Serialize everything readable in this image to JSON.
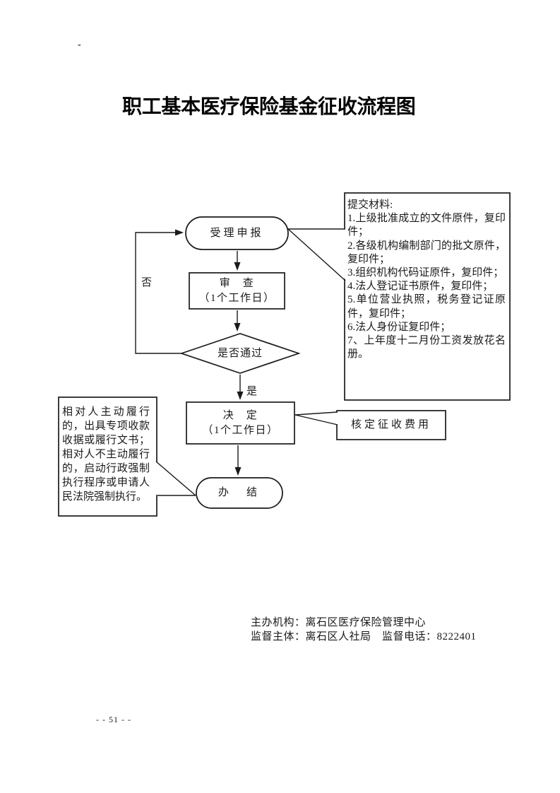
{
  "page": {
    "top_mark": "-",
    "title": "职工基本医疗保险基金征收流程图",
    "page_number": "- - 51 - -"
  },
  "flowchart": {
    "nodes": {
      "accept": {
        "label": "受理申报"
      },
      "review": {
        "line1": "审　查",
        "line2": "（1个工作日）"
      },
      "pass_check": {
        "label": "是否通过"
      },
      "decide": {
        "line1": "决　定",
        "line2": "（1个工作日）"
      },
      "complete": {
        "label": "办　结"
      }
    },
    "edge_labels": {
      "no": "否",
      "yes": "是"
    },
    "callouts": {
      "materials": {
        "title": "提交材料:",
        "items": [
          "1.上级批准成立的文件原件，复印件；",
          "2.各级机构编制部门的批文原件，复印件；",
          "3.组织机构代码证原件，复印件；",
          "4.法人登记证书原件，复印件；",
          "5.单位营业执照，税务登记证原件，复印件；",
          "6.法人身份证复印件；",
          "7、上年度十二月份工资发放花名册。"
        ]
      },
      "fee": {
        "label": "核定征收费用"
      },
      "enforcement": {
        "text": "相对人主动履行的，出具专项收款收据或履行文书；相对人不主动履行的，启动行政强制执行程序或申请人民法院强制执行。"
      }
    }
  },
  "footer": {
    "org_line": "主办机构：离石区医疗保险管理中心",
    "supervisor_line": "监督主体：离石区人社局　监督电话：8222401"
  },
  "colors": {
    "ink": "#1a1a1a",
    "paper": "#ffffff"
  }
}
